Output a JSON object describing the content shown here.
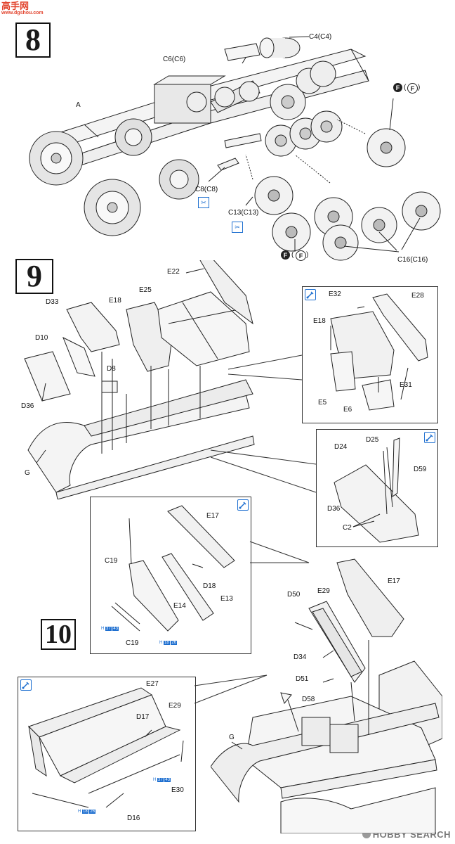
{
  "watermark_top": {
    "brand": "高手网",
    "url": "www.dgshou.com"
  },
  "watermark_bottom": "HOBBY SEARCH",
  "steps": {
    "step8": "8",
    "step9": "9",
    "step10": "10"
  },
  "step8_labels": {
    "c4": "C4(C4)",
    "c6": "C6(C6)",
    "a": "A",
    "c8": "C8(C8)",
    "c13": "C13(C13)",
    "c16": "C16(C16)",
    "f": "F",
    "f_paren_open": "(",
    "f_paren_close": ")"
  },
  "step8_icons": [
    "hatch-icon",
    "hatch-icon"
  ],
  "step9_labels": {
    "e22": "E22",
    "e25": "E25",
    "e18": "E18",
    "d33": "D33",
    "d10": "D10",
    "d8": "D8",
    "d36": "D36",
    "g": "G"
  },
  "inset9a_labels": {
    "e32": "E32",
    "e28": "E28",
    "e18": "E18",
    "e5": "E5",
    "e6": "E6",
    "e31": "E31"
  },
  "inset9b_labels": {
    "d24": "D24",
    "d25": "D25",
    "d59": "D59",
    "d36": "D36",
    "c2": "C2"
  },
  "inset10a_labels": {
    "e17": "E17",
    "c19_top": "C19",
    "d18": "D18",
    "e14": "E14",
    "e13": "E13",
    "c19_bottom": "C19",
    "ref1_h": "H",
    "ref1_a": "37",
    "ref1_b": "43",
    "ref2_h": "H",
    "ref2_a": "18",
    "ref2_b": "26"
  },
  "step10_labels": {
    "e17": "E17",
    "d50": "D50",
    "e29": "E29",
    "d34": "D34",
    "d51": "D51",
    "d58": "D58",
    "g": "G"
  },
  "inset10b_labels": {
    "e27": "E27",
    "d17": "D17",
    "e29": "E29",
    "e30": "E30",
    "d16": "D16",
    "ref1_h": "H",
    "ref1_a": "37",
    "ref1_b": "43",
    "ref2_h": "H",
    "ref2_a": "18",
    "ref2_b": "26"
  }
}
